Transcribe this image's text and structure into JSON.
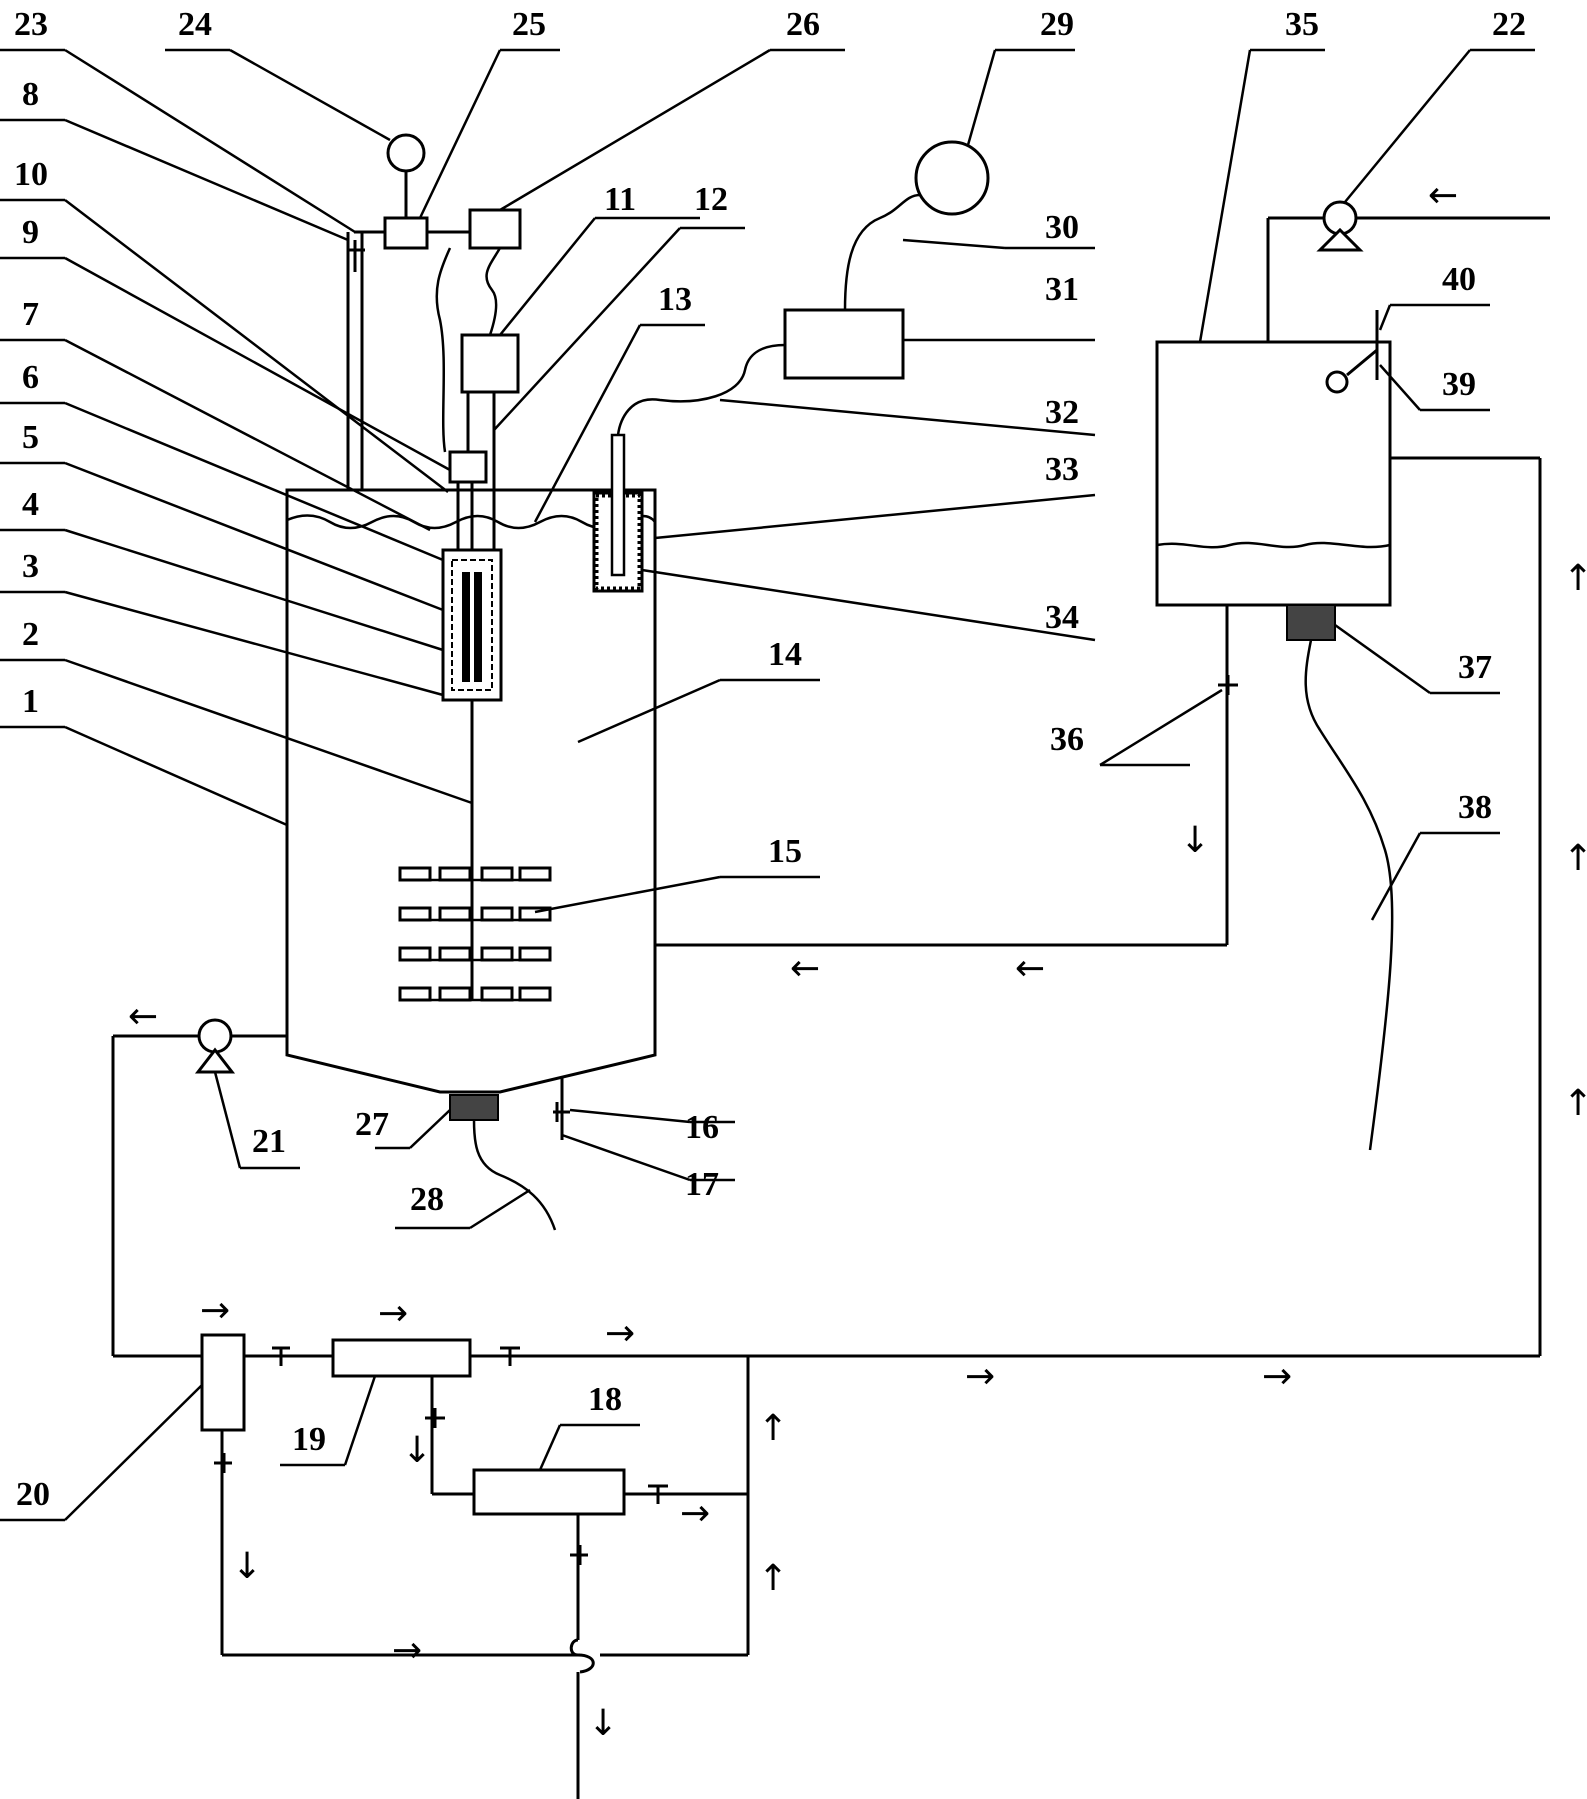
{
  "labels": {
    "n1": "1",
    "n2": "2",
    "n3": "3",
    "n4": "4",
    "n5": "5",
    "n6": "6",
    "n7": "7",
    "n8": "8",
    "n9": "9",
    "n10": "10",
    "n11": "11",
    "n12": "12",
    "n13": "13",
    "n14": "14",
    "n15": "15",
    "n16": "16",
    "n17": "17",
    "n18": "18",
    "n19": "19",
    "n20": "20",
    "n21": "21",
    "n22": "22",
    "n23": "23",
    "n24": "24",
    "n25": "25",
    "n26": "26",
    "n27": "27",
    "n28": "28",
    "n29": "29",
    "n30": "30",
    "n31": "31",
    "n32": "32",
    "n33": "33",
    "n34": "34",
    "n35": "35",
    "n36": "36",
    "n37": "37",
    "n38": "38",
    "n39": "39",
    "n40": "40"
  },
  "arrows": {
    "left": "←",
    "right": "→",
    "up": "↑",
    "down": "↓"
  }
}
